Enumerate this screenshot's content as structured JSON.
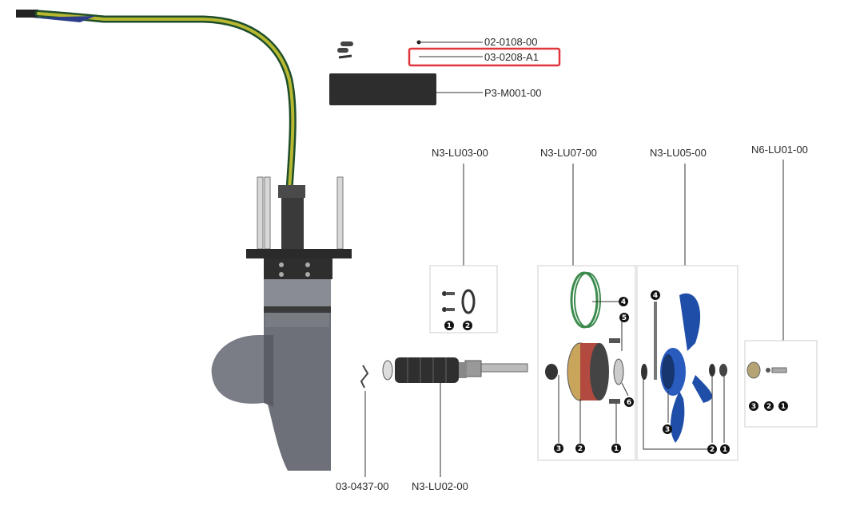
{
  "labels": {
    "cable_clip": "02-0108-00",
    "screw": "03-0208-A1",
    "mount_block": "P3-M001-00",
    "kit_lu03": "N3-LU03-00",
    "kit_lu07": "N3-LU07-00",
    "kit_lu05": "N3-LU05-00",
    "kit_lu01": "N6-LU01-00",
    "cotter_pin": "03-0437-00",
    "shaft": "N3-LU02-00"
  },
  "callouts": {
    "lu03": [
      "1",
      "2"
    ],
    "lu07": [
      "4",
      "5",
      "6",
      "1",
      "2",
      "3"
    ],
    "lu05": [
      "4",
      "3",
      "2",
      "1"
    ],
    "lu01": [
      "3",
      "2",
      "1"
    ]
  },
  "colors": {
    "highlight": "#e0353b",
    "propeller": "#1f4ea8",
    "housing": "#6e7079",
    "cable": "#b7b832",
    "oring": "#3d8b4e"
  }
}
